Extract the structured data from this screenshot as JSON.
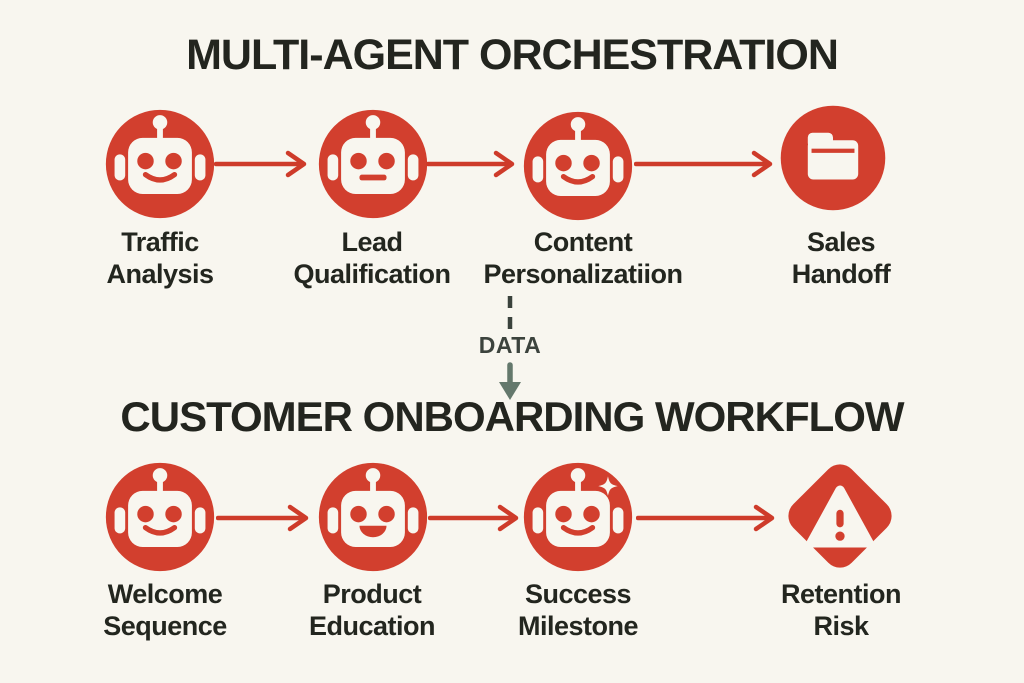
{
  "page": {
    "background_color": "#F8F6EF",
    "accent_red": "#D23F2E",
    "title_color": "#23251F",
    "label_color": "#23261F",
    "data_text_color": "#3C433D",
    "data_arrow_color": "#64786C"
  },
  "section_top": {
    "title": "MULTI-AGENT ORCHESTRATION",
    "nodes": [
      {
        "icon": "robot-smile-icon",
        "line1": "Traffic",
        "line2": "Analysis"
      },
      {
        "icon": "robot-neutral-icon",
        "line1": "Lead",
        "line2": "Qualification"
      },
      {
        "icon": "robot-smile-icon",
        "line1": "Content",
        "line2": "Personalizatiion"
      },
      {
        "icon": "folder-icon",
        "line1": "Sales",
        "line2": "Handoff"
      }
    ]
  },
  "connector": {
    "label": "DATA"
  },
  "section_bottom": {
    "title": "CUSTOMER ONBOARDING WORKFLOW",
    "nodes": [
      {
        "icon": "robot-smile-icon",
        "line1": "Welcome",
        "line2": "Sequence"
      },
      {
        "icon": "robot-open-smile-icon",
        "line1": "Product",
        "line2": "Education"
      },
      {
        "icon": "robot-sparkle-icon",
        "line1": "Success",
        "line2": "Milestone"
      },
      {
        "icon": "warning-diamond-icon",
        "line1": "Retention",
        "line2": "Risk"
      }
    ]
  }
}
